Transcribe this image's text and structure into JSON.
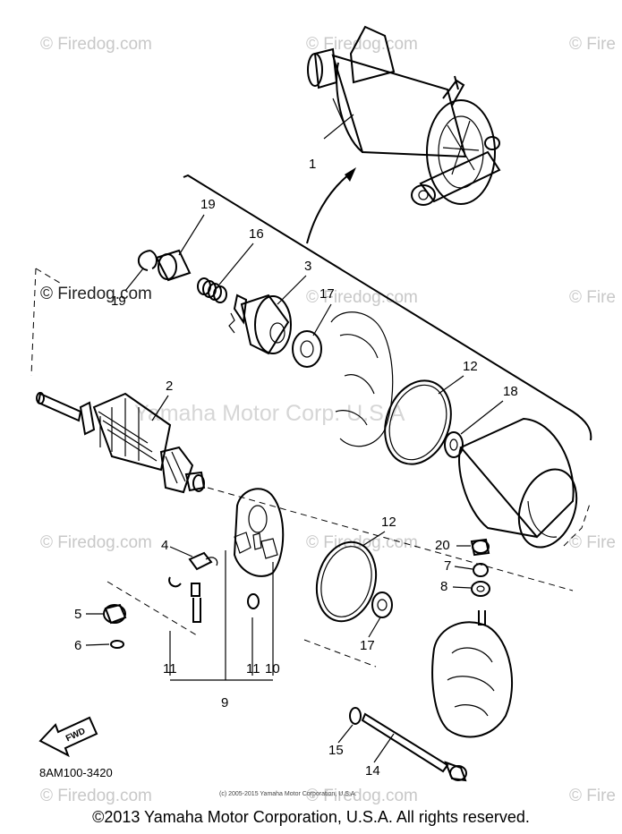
{
  "watermarks": {
    "firedog": "© Firedog.com",
    "firedog_cut": "© Fire",
    "firedog_owner": "© Firedog.com",
    "center": "Yamaha Motor Corp. U.S.A"
  },
  "callouts": {
    "c1": "1",
    "c2": "2",
    "c3": "3",
    "c4": "4",
    "c5": "5",
    "c6": "6",
    "c7": "7",
    "c8": "8",
    "c9": "9",
    "c10": "10",
    "c11a": "11",
    "c11b": "11",
    "c12a": "12",
    "c12b": "12",
    "c14": "14",
    "c15": "15",
    "c16": "16",
    "c17a": "17",
    "c17b": "17",
    "c18": "18",
    "c19a": "19",
    "c19b": "19",
    "c20": "20"
  },
  "fwd_label": "FWD",
  "diagram_code": "8AM100-3420",
  "small_notice": "(c) 2005-2015 Yamaha Motor Corporation, U.S.A.",
  "copyright": "©2013 Yamaha Motor Corporation, U.S.A. All rights reserved."
}
